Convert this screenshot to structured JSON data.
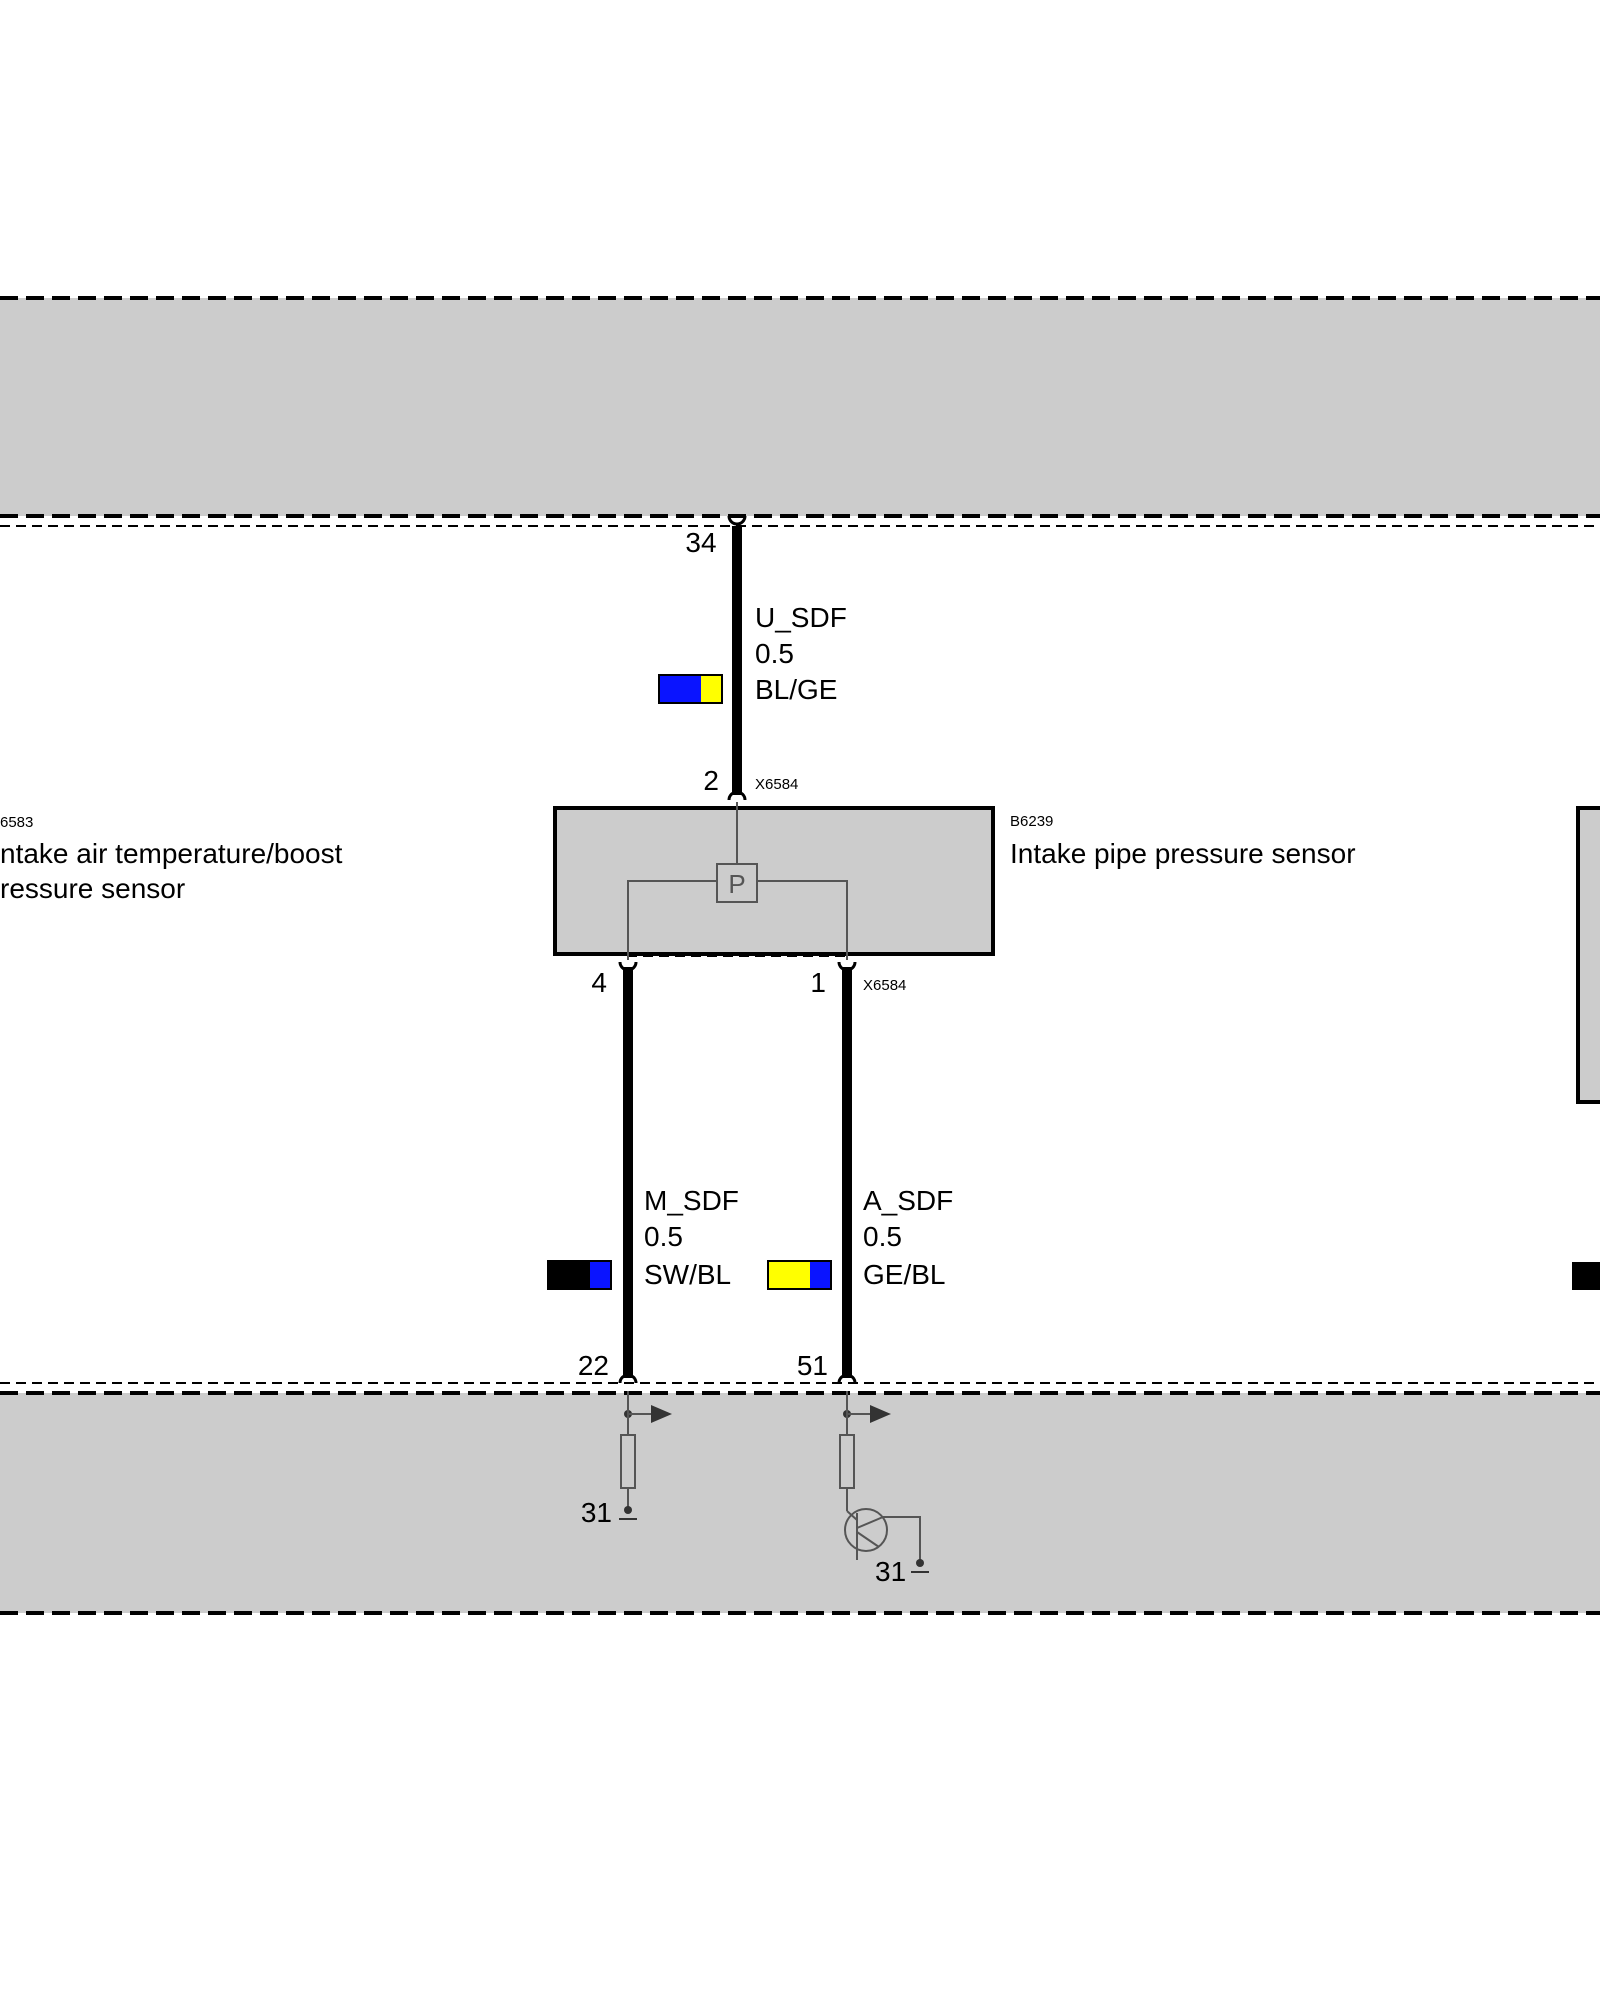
{
  "colors": {
    "blue": "#0a14ff",
    "yellow": "#ffff00",
    "black": "#000000",
    "panel_gray": "#cccccc"
  },
  "top_panel": {
    "pin": "34"
  },
  "wire_top": {
    "signal": "U_SDF",
    "gauge": "0.5",
    "color_code": "BL/GE",
    "swatch": [
      "blue",
      "yellow"
    ]
  },
  "sensor_main": {
    "id": "B6239",
    "name": "Intake pipe pressure sensor",
    "symbol": "P",
    "connector_top": "X6584",
    "connector_bottom": "X6584",
    "pin_top": "2",
    "pin_bottom_left": "4",
    "pin_bottom_right": "1"
  },
  "sensor_left": {
    "id_partial": "6583",
    "name_line1": "ntake air temperature/boost",
    "name_line2": "ressure sensor"
  },
  "wire_left": {
    "signal": "M_SDF",
    "gauge": "0.5",
    "color_code": "SW/BL",
    "swatch": [
      "black",
      "blue"
    ]
  },
  "wire_right": {
    "signal": "A_SDF",
    "gauge": "0.5",
    "color_code": "GE/BL",
    "swatch": [
      "yellow",
      "blue"
    ]
  },
  "bottom_panel": {
    "pin_left": "22",
    "pin_right": "51",
    "ground_left": "31",
    "ground_right": "31"
  }
}
